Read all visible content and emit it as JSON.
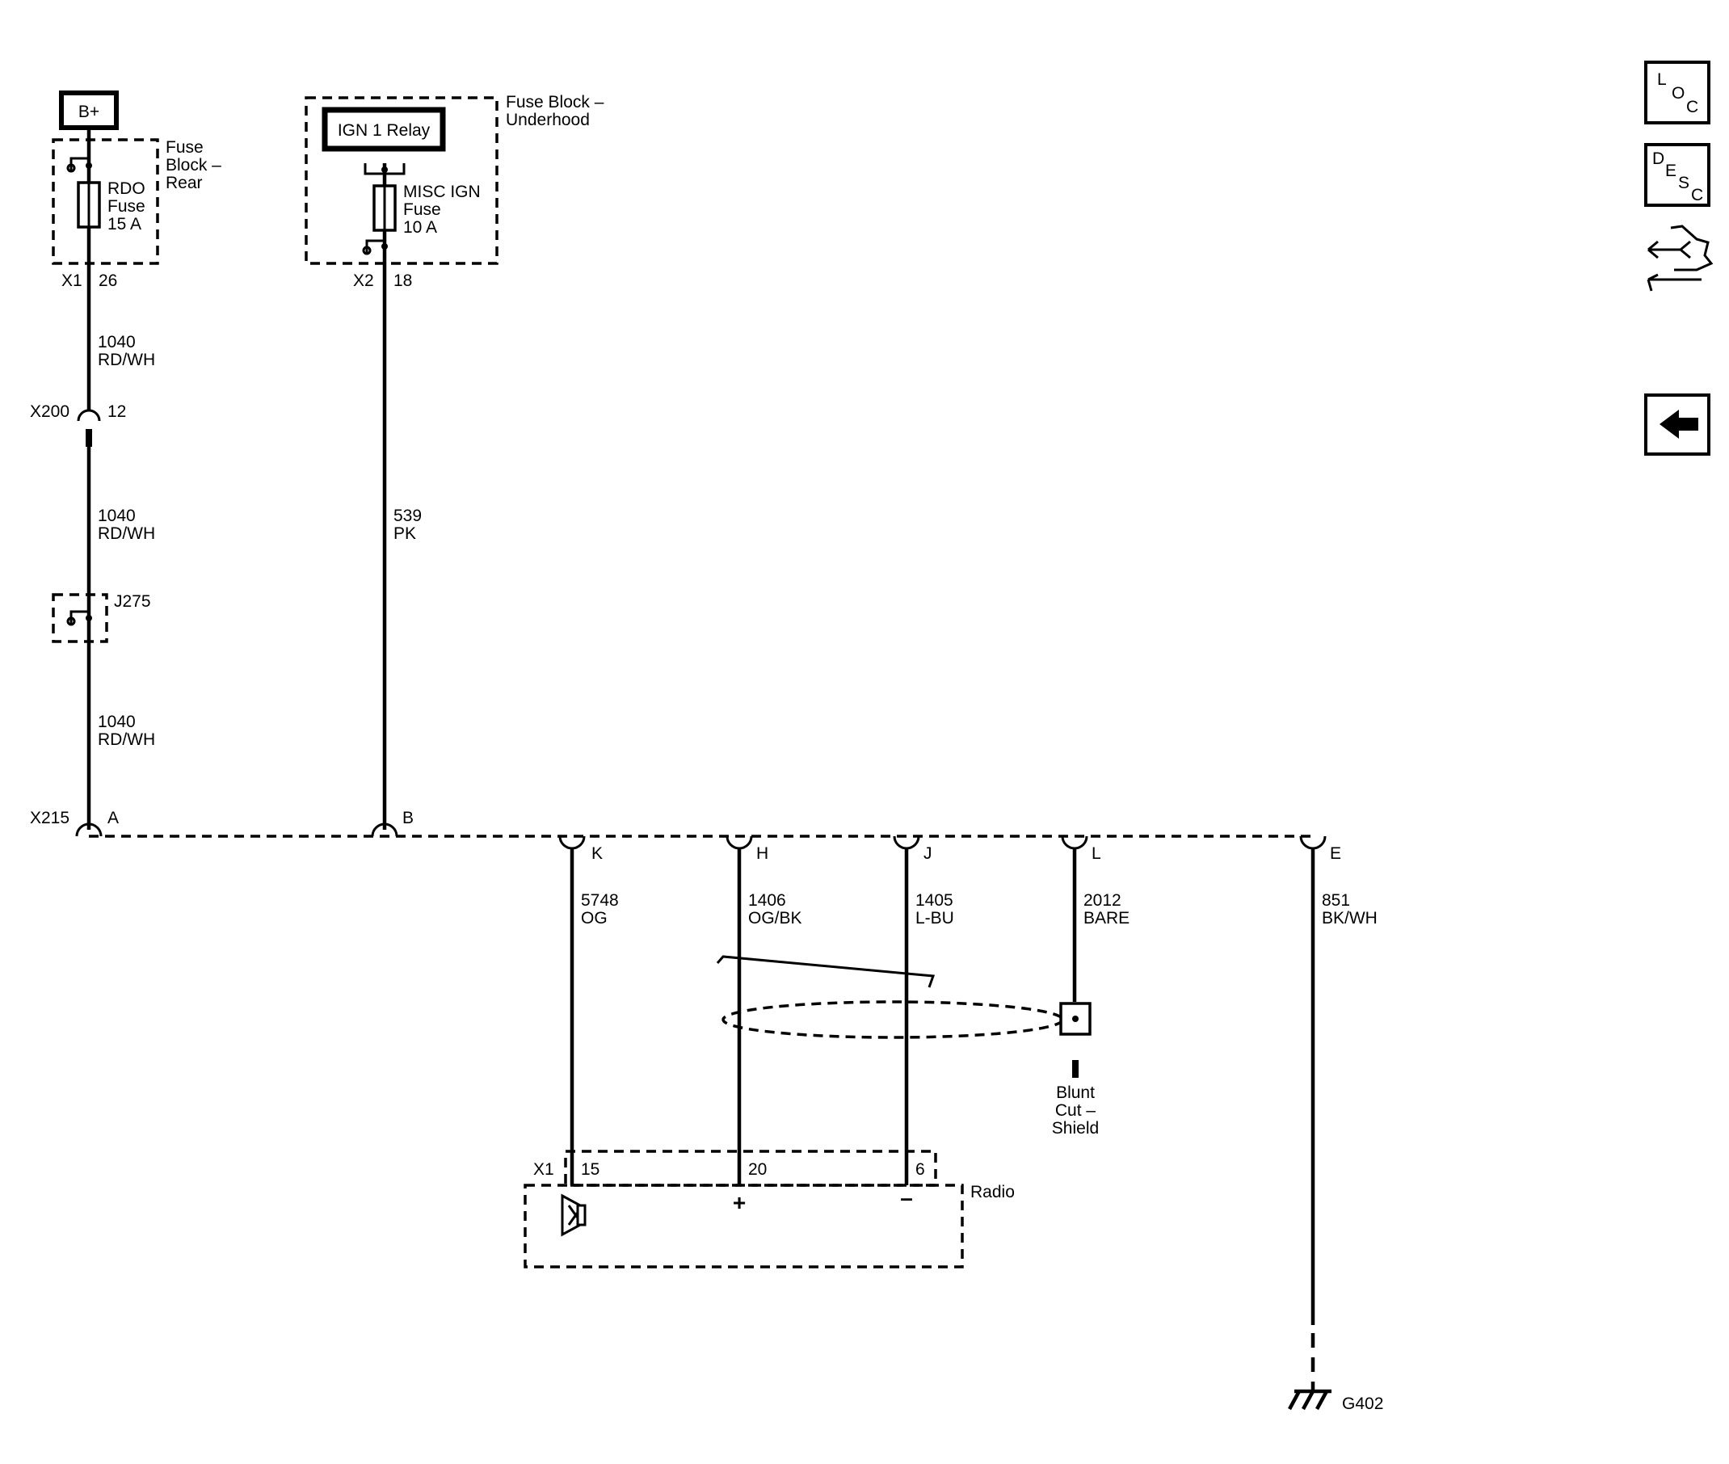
{
  "power": {
    "battery": "B+"
  },
  "fuse_block_rear": {
    "label_1": "Fuse",
    "label_2": "Block –",
    "label_3": "Rear",
    "fuse_1": "RDO",
    "fuse_2": "Fuse",
    "fuse_3": "15 A",
    "connector": "X1",
    "pin": "26"
  },
  "fuse_block_underhood": {
    "label_1": "Fuse Block –",
    "label_2": "Underhood",
    "relay": "IGN 1 Relay",
    "fuse_1": "MISC IGN",
    "fuse_2": "Fuse",
    "fuse_3": "10 A",
    "connector": "X2",
    "pin": "18"
  },
  "wires": {
    "w1040_a": {
      "circuit": "1040",
      "color": "RD/WH"
    },
    "w1040_b": {
      "circuit": "1040",
      "color": "RD/WH"
    },
    "w1040_c": {
      "circuit": "1040",
      "color": "RD/WH"
    },
    "w539": {
      "circuit": "539",
      "color": "PK"
    },
    "w5748": {
      "circuit": "5748",
      "color": "OG"
    },
    "w1406": {
      "circuit": "1406",
      "color": "OG/BK"
    },
    "w1405": {
      "circuit": "1405",
      "color": "L-BU"
    },
    "w2012": {
      "circuit": "2012",
      "color": "BARE"
    },
    "w851": {
      "circuit": "851",
      "color": "BK/WH"
    }
  },
  "inline_x200": {
    "name": "X200",
    "pin": "12"
  },
  "splice": {
    "name": "J275"
  },
  "harness_x215": {
    "name": "X215",
    "pins": {
      "a": "A",
      "b": "B",
      "k": "K",
      "h": "H",
      "j": "J",
      "l": "L",
      "e": "E"
    }
  },
  "shield": {
    "label_1": "Blunt",
    "label_2": "Cut –",
    "label_3": "Shield"
  },
  "radio": {
    "label": "Radio",
    "connector": "X1",
    "pin_15": "15",
    "pin_20": "20",
    "pin_6": "6",
    "plus": "+",
    "minus": "–"
  },
  "ground": {
    "name": "G402"
  },
  "nav": {
    "loc": {
      "l1": "L",
      "l2": "O",
      "l3": "C"
    },
    "desc": {
      "l1": "D",
      "l2": "E",
      "l3": "S",
      "l4": "C"
    }
  }
}
